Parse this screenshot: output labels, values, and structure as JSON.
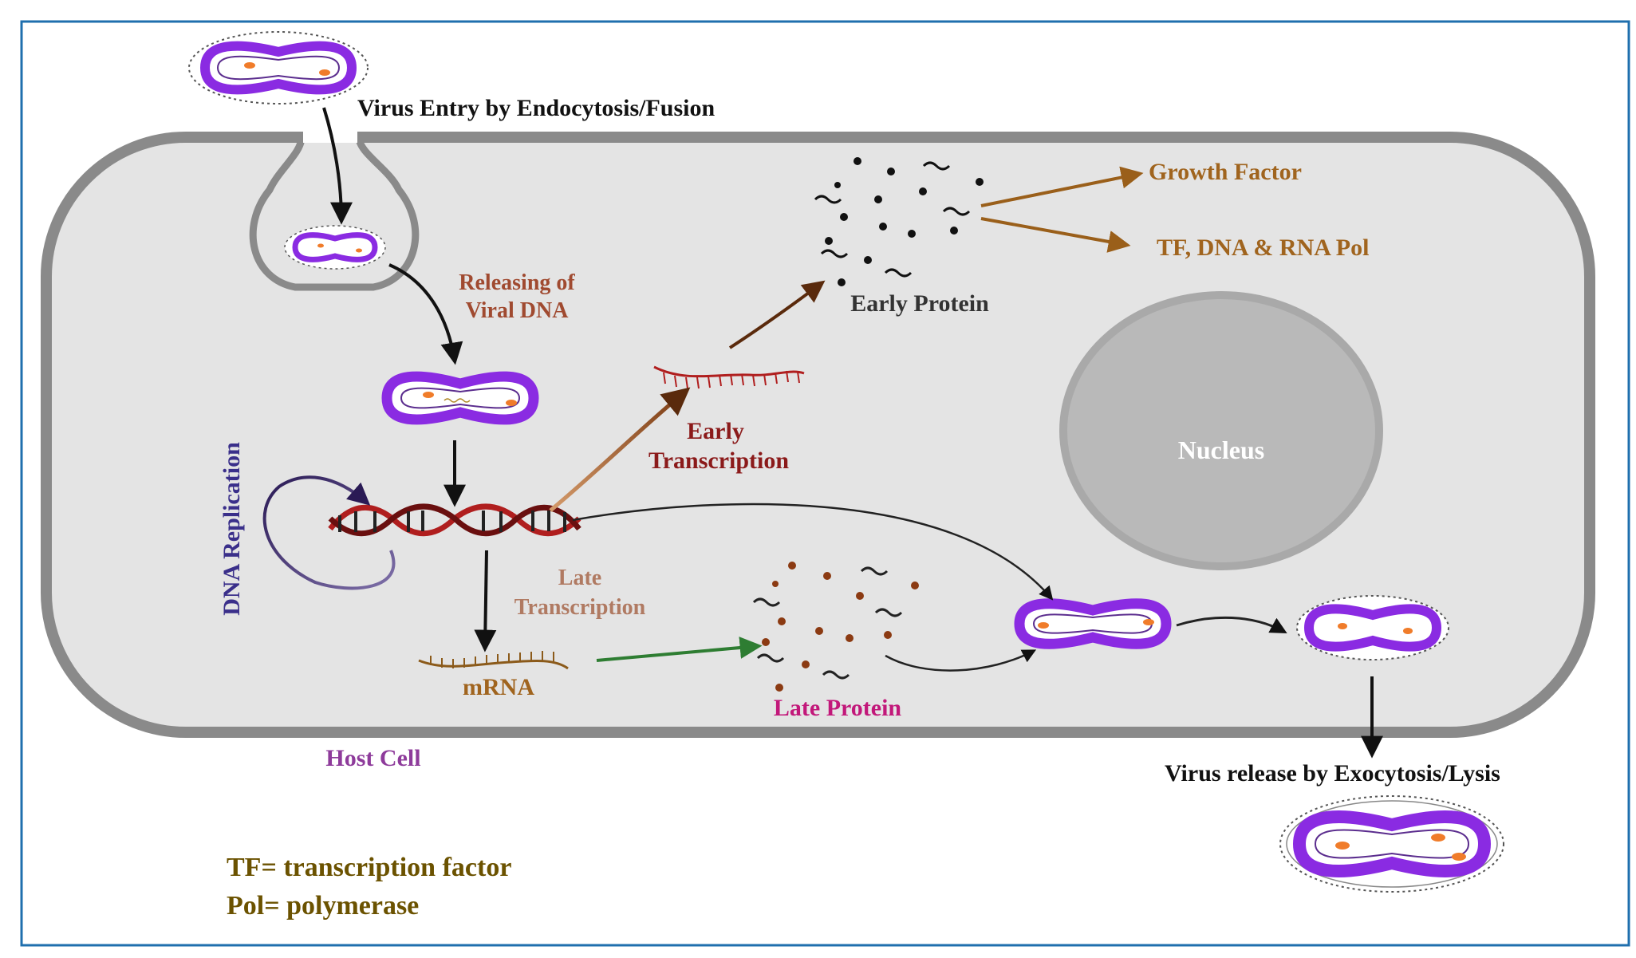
{
  "labels": {
    "entry": "Virus Entry by Endocytosis/Fusion",
    "releasing_line1": "Releasing of",
    "releasing_line2": "Viral DNA",
    "dna_replication": "DNA Replication",
    "early_transcription_line1": "Early",
    "early_transcription_line2": "Transcription",
    "early_protein": "Early Protein",
    "growth_factor": "Growth Factor",
    "tf_dna_rna": "TF, DNA & RNA Pol",
    "nucleus": "Nucleus",
    "late_transcription_line1": "Late",
    "late_transcription_line2": "Transcription",
    "mrna": "mRNA",
    "late_protein": "Late Protein",
    "host_cell": "Host Cell",
    "release": "Virus release by Exocytosis/Lysis",
    "legend_tf": "TF= transcription factor",
    "legend_pol": "Pol= polymerase"
  },
  "colors": {
    "frame": "#1f6fae",
    "cell_fill": "#e4e4e4",
    "cell_membrane": "#8a8a8a",
    "nucleus_fill": "#b9b9b9",
    "virus_purple": "#8a2be2",
    "dna_red": "#b01e1e",
    "early_arrow": "#8b4513",
    "growth_arrow": "#a0641e",
    "green_arrow": "#2e7d32",
    "host_cell_text": "#8e3b9b",
    "late_protein_text": "#c2187a",
    "legend_text": "#6b5200"
  }
}
